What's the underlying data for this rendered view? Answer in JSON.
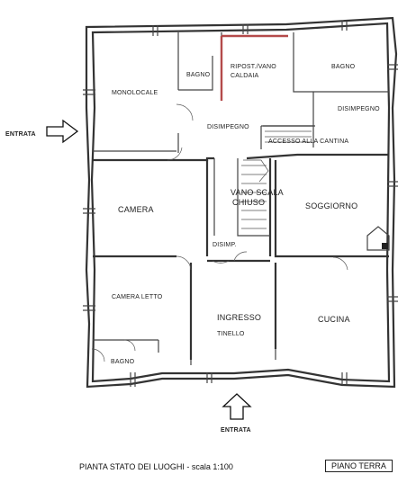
{
  "rooms": {
    "monolocale": "MONOLOCALE",
    "bagno_top_left": "BAGNO",
    "ripost": "RIPOST./VANO",
    "caldaia": "CALDAIA",
    "bagno_top_right": "BAGNO",
    "disimpegno_right": "DISIMPEGNO",
    "disimpegno_center": "DISIMPEGNO",
    "accesso_cantina": "ACCESSO ALLA CANTINA",
    "camera": "CAMERA",
    "vano_scala": "VANO SCALA",
    "chiuso": "CHIUSO",
    "soggiorno": "SOGGIORNO",
    "disimp": "DISIMP.",
    "camera_letto": "CAMERA LETTO",
    "ingresso": "INGRESSO",
    "tinello": "TINELLO",
    "cucina": "CUCINA",
    "bagno_bottom": "BAGNO"
  },
  "entrances": {
    "left": "ENTRATA",
    "bottom": "ENTRATA"
  },
  "footer": {
    "caption": "PIANTA STATO DEI LUOGHI - scala 1:100",
    "floor": "PIANO TERRA"
  }
}
